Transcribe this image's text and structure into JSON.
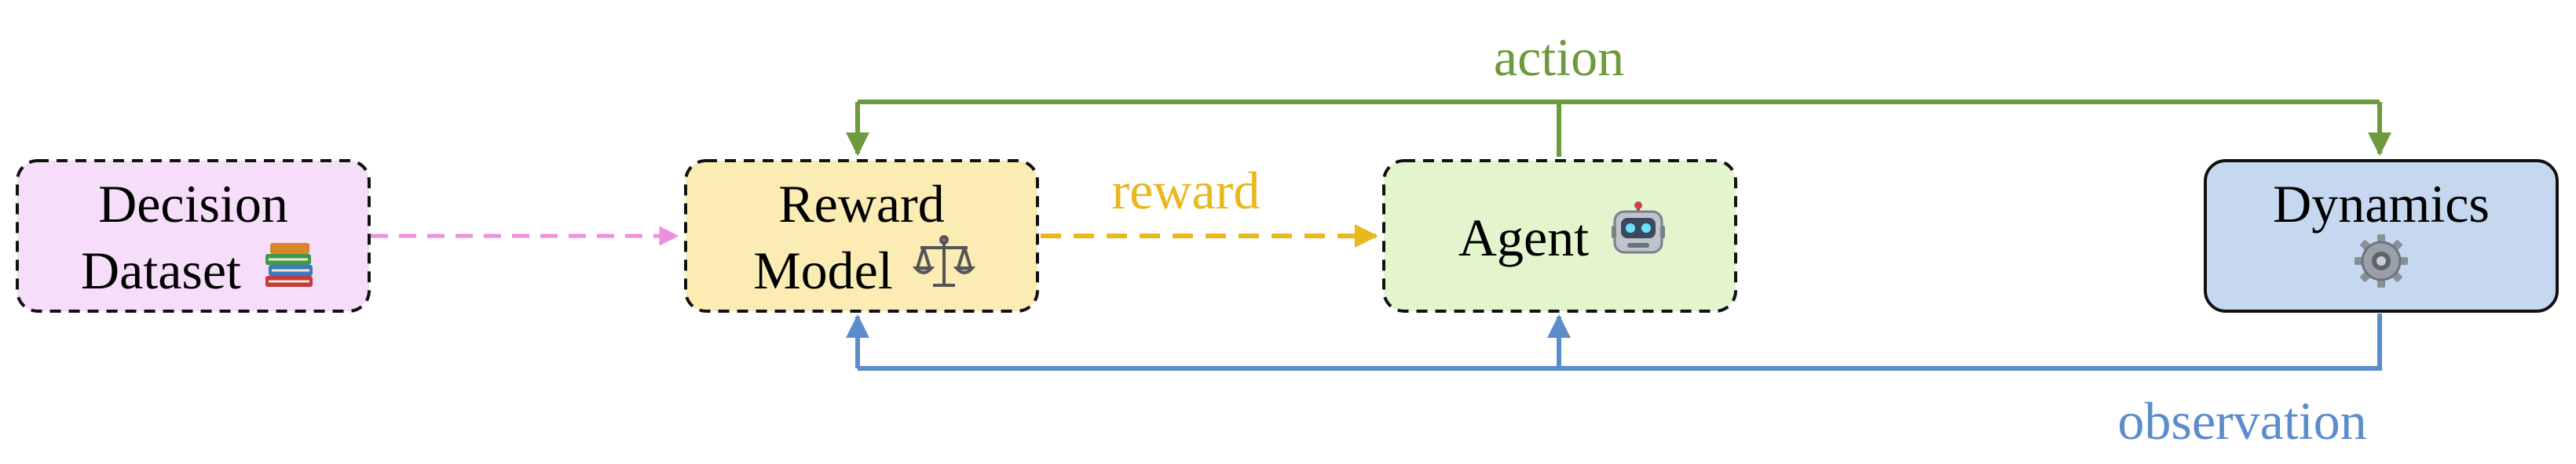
{
  "nodes": {
    "decision_dataset": {
      "line1": "Decision",
      "line2": "Dataset",
      "icon": "books-icon",
      "fill": "#f6ddfa"
    },
    "reward_model": {
      "line1": "Reward",
      "line2": "Model",
      "icon": "balance-scale-icon",
      "fill": "#fbecb4"
    },
    "agent": {
      "line1": "Agent",
      "icon": "robot-icon",
      "fill": "#e3f5cd"
    },
    "dynamics": {
      "line1": "Dynamics",
      "icon": "gear-icon",
      "fill": "#c5d8ef"
    }
  },
  "edges": {
    "action": {
      "label": "action",
      "color": "#6c9a3c"
    },
    "reward": {
      "label": "reward",
      "color": "#e8b81c"
    },
    "observation": {
      "label": "observation",
      "color": "#5b8ccc"
    },
    "dataset_to_reward": {
      "color": "#ee8ee0"
    }
  }
}
